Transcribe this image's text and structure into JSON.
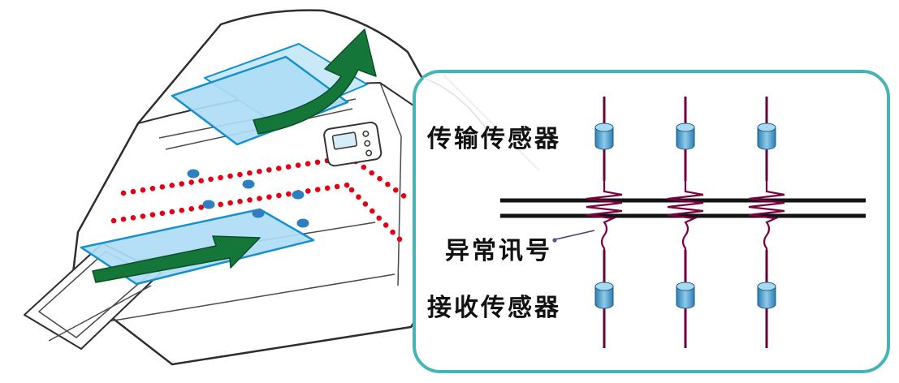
{
  "callout": {
    "labels": {
      "transmit_sensor": "传输传感器",
      "abnormal_signal": "异常讯号",
      "receive_sensor": "接收传感器"
    }
  },
  "icons": {
    "eject_arrow": "curved-arrow-up",
    "feed_arrow": "arrow-into-scanner",
    "transmit_sensor": "blue-cylinder",
    "receive_sensor": "blue-cylinder",
    "abnormal_signal": "zigzag-coil"
  },
  "colors": {
    "callout_border": "#45b4b4",
    "sensor_beam_line": "#6e0140",
    "document_path_line": "#141414",
    "sensor_dot_red": "#e60012",
    "panel_blue": "#aedcf5",
    "arrow_green": "#15763a",
    "cylinder_blue": "#3d93cc",
    "marker_dot_blue": "#2d7fc0"
  }
}
